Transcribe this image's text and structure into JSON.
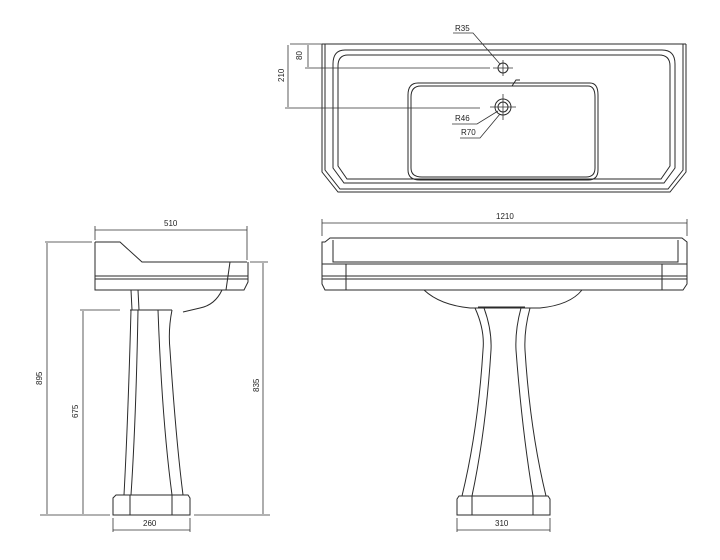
{
  "drawing": {
    "title": "Pedestal basin technical drawing",
    "units": "mm",
    "line_color": "#2a2a2a",
    "background": "#ffffff"
  },
  "plan_view": {
    "dim_tap_offset": "80",
    "dim_waste_offset": "210",
    "tap_hole_radius": "R35",
    "waste_radius_inner": "R46",
    "waste_radius_outer": "R70"
  },
  "side_view": {
    "dim_depth": "510",
    "dim_overall_height": "895",
    "dim_underside_height": "675",
    "dim_rim_height": "835",
    "dim_base_width": "260"
  },
  "front_view": {
    "dim_width": "1210",
    "dim_base_width": "310"
  }
}
